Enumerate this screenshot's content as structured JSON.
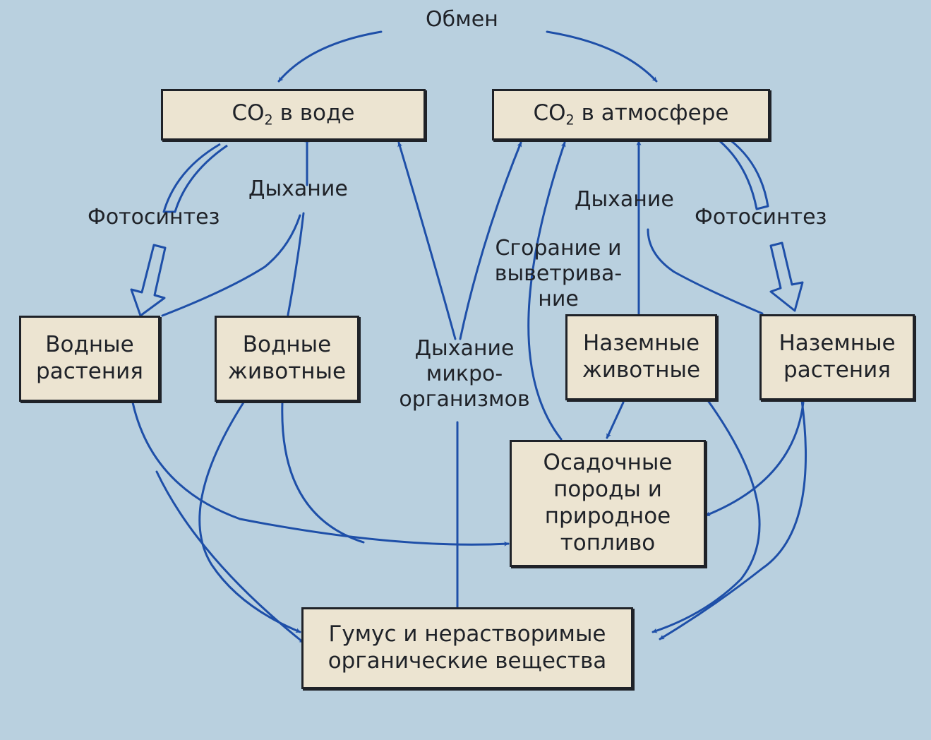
{
  "colors": {
    "background": "#b9d0df",
    "box_fill": "#ece4d1",
    "arrow": "#1e4fa8",
    "text": "#1f2228"
  },
  "top_label": "Обмен",
  "boxes": {
    "co2_water": {
      "prefix": "CO",
      "sub": "2",
      "suffix": " в воде"
    },
    "co2_atm": {
      "prefix": "CO",
      "sub": "2",
      "suffix": " в атмосфере"
    },
    "aquatic_plants": [
      "Водные",
      "растения"
    ],
    "aquatic_animals": [
      "Водные",
      "животные"
    ],
    "land_animals": [
      "Наземные",
      "животные"
    ],
    "land_plants": [
      "Наземные",
      "растения"
    ],
    "sediments": [
      "Осадочные",
      "породы и",
      "природное",
      "топливо"
    ],
    "humus": [
      "Гумус и нерастворимые",
      "органические вещества"
    ]
  },
  "labels": {
    "photosynthesis_left": "Фотосинтез",
    "respiration_left": "Дыхание",
    "respiration_right": "Дыхание",
    "photosynthesis_right": "Фотосинтез",
    "combustion": [
      "Сгорание и",
      "выветрива-",
      "ние"
    ],
    "microbes": [
      "Дыхание",
      "микро-",
      "организмов"
    ]
  }
}
